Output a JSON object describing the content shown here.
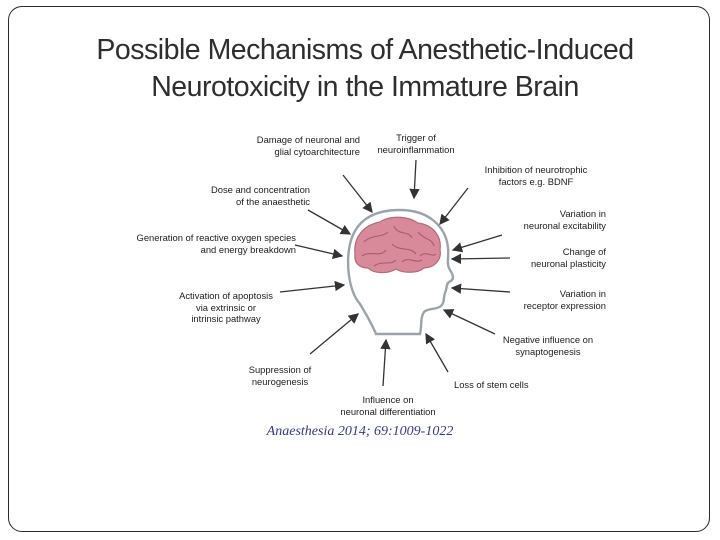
{
  "slide": {
    "title_line1": "Possible Mechanisms of Anesthetic-Induced",
    "title_line2": "Neurotoxicity in the Immature Brain",
    "citation": "Anaesthesia 2014; 69:1009-1022"
  },
  "diagram": {
    "labels": {
      "damage": "Damage of neuronal and\nglial cytoarchitecture",
      "inflammation": "Trigger of\nneuroinflammation",
      "neurotrophic": "Inhibition of neurotrophic\nfactors e.g. BDNF",
      "dose": "Dose and concentration\nof the anaesthetic",
      "excitability": "Variation in\nneuronal excitability",
      "ros": "Generation of reactive oxygen species\nand energy breakdown",
      "plasticity": "Change of\nneuronal plasticity",
      "apoptosis": "Activation of apoptosis\nvia extrinsic or\nintrinsic pathway",
      "receptor": "Variation in\nreceptor expression",
      "synaptogenesis": "Negative influence on\nsynaptogenesis",
      "neurogenesis": "Suppression of\nneurogenesis",
      "stemcells": "Loss of stem cells",
      "differentiation": "Influence on\nneuronal differentiation"
    },
    "colors": {
      "brain": "#d98a9a",
      "head_outline": "#9aa3ab",
      "arrow": "#333333"
    }
  }
}
